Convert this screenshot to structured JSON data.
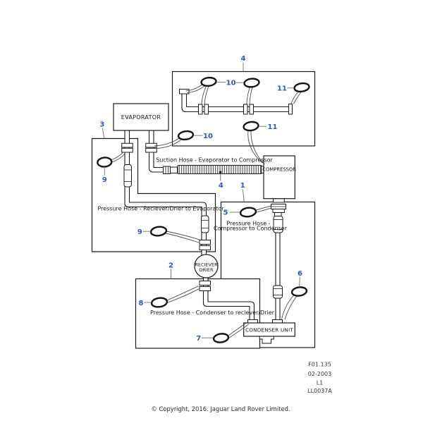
{
  "colors": {
    "callout_blue": "#2e55cb",
    "line_black": "#1a1a1a",
    "leader_gray": "#7d7d7d",
    "background": "#ffffff"
  },
  "components": {
    "evaporator": "EVAPORATOR",
    "compressor": "COMPRESSOR",
    "receiver_drier": {
      "line1": "RECIEVER",
      "line2": "DRIER"
    },
    "condenser_unit": "CONDENSER UNIT"
  },
  "hose_labels": {
    "suction": "Suction Hose - Evaporator to Compressor",
    "drier_to_evaporator": "Pressure Hose - Reciever/Drier to Evaporator",
    "compressor_to_condenser_line1": "Pressure Hose -",
    "compressor_to_condenser_line2": "Compressor to Condenser",
    "condenser_to_drier": "Pressure Hose - Condenser to reciever/Drier"
  },
  "callouts": {
    "hose_group_top": "4",
    "evaporator_group": "3",
    "suction_hose": "4",
    "compressor_group": "1",
    "condenser_group": "2",
    "oring_10_top": "10",
    "oring_11_top": "11",
    "oring_11_mid": "11",
    "oring_10_mid": "10",
    "oring_9_left": "9",
    "oring_9_mid": "9",
    "oring_5": "5",
    "oring_6": "6",
    "oring_7": "7",
    "oring_8": "8"
  },
  "footer": {
    "drawing_ref": [
      "F01.135",
      "02-2003",
      "L1",
      "LL0037A"
    ],
    "copyright": "© Copyright, 2016. Jaguar Land Rover Limited."
  }
}
